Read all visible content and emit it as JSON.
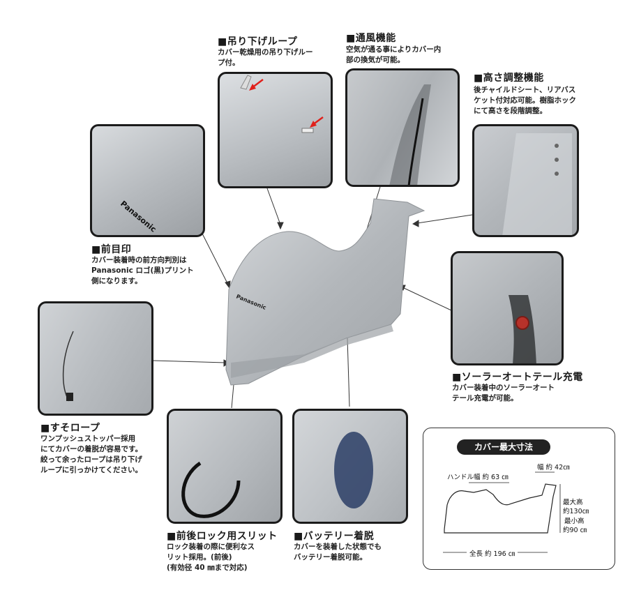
{
  "features": {
    "hanging_loop": {
      "title": "■吊り下げループ",
      "desc_lines": [
        "カバー乾燥用の吊り下げルー",
        "プ付。"
      ]
    },
    "ventilation": {
      "title": "■通風機能",
      "desc_lines": [
        "空気が通る事によりカバー内",
        "部の換気が可能。"
      ]
    },
    "height_adjust": {
      "title": "■高さ調整機能",
      "desc_lines": [
        "後チャイルドシート、リアバス",
        "ケット付対応可能。樹脂ホック",
        "にて高さを段階調整。"
      ]
    },
    "front_mark": {
      "title": "■前目印",
      "desc_lines": [
        "カバー装着時の前方向判別は",
        "Panasonic ロゴ(黒)プリント",
        "側になります。"
      ]
    },
    "hem_rope": {
      "title": "■すそロープ",
      "desc_lines": [
        "ワンプッシュストッパー採用",
        "にてカバーの着脱が容易です。",
        "絞って余ったロープは吊り下げ",
        "ループに引っかけてください。"
      ]
    },
    "solar": {
      "title": "■ソーラーオートテール充電",
      "desc_lines": [
        "カバー装着中のソーラーオート",
        "テール充電が可能。"
      ]
    },
    "lock_slit": {
      "title": "■前後ロック用スリット",
      "desc_lines": [
        "ロック装着の際に便利なス",
        "リット採用。(前後)",
        "(有効径 40 ㎜まで対応)"
      ]
    },
    "battery": {
      "title": "■バッテリー着脱",
      "desc_lines": [
        "カバーを装着した状態でも",
        "バッテリー着脱可能。"
      ]
    }
  },
  "brand_logo": "Panasonic",
  "dimensions": {
    "title": "カバー最大寸法",
    "handle_width": "ハンドル幅 約 63 ㎝",
    "width": "幅 約 42㎝",
    "max_height_label": "最大高",
    "max_height_value": "約130㎝",
    "min_height_label": "最小高",
    "min_height_value": "約90 ㎝",
    "total_length": "全長 約 196 ㎝"
  },
  "colors": {
    "cover_silver": "#b9bdc1",
    "frame": "#1b1b1b",
    "arrow_red": "#e0201b"
  }
}
